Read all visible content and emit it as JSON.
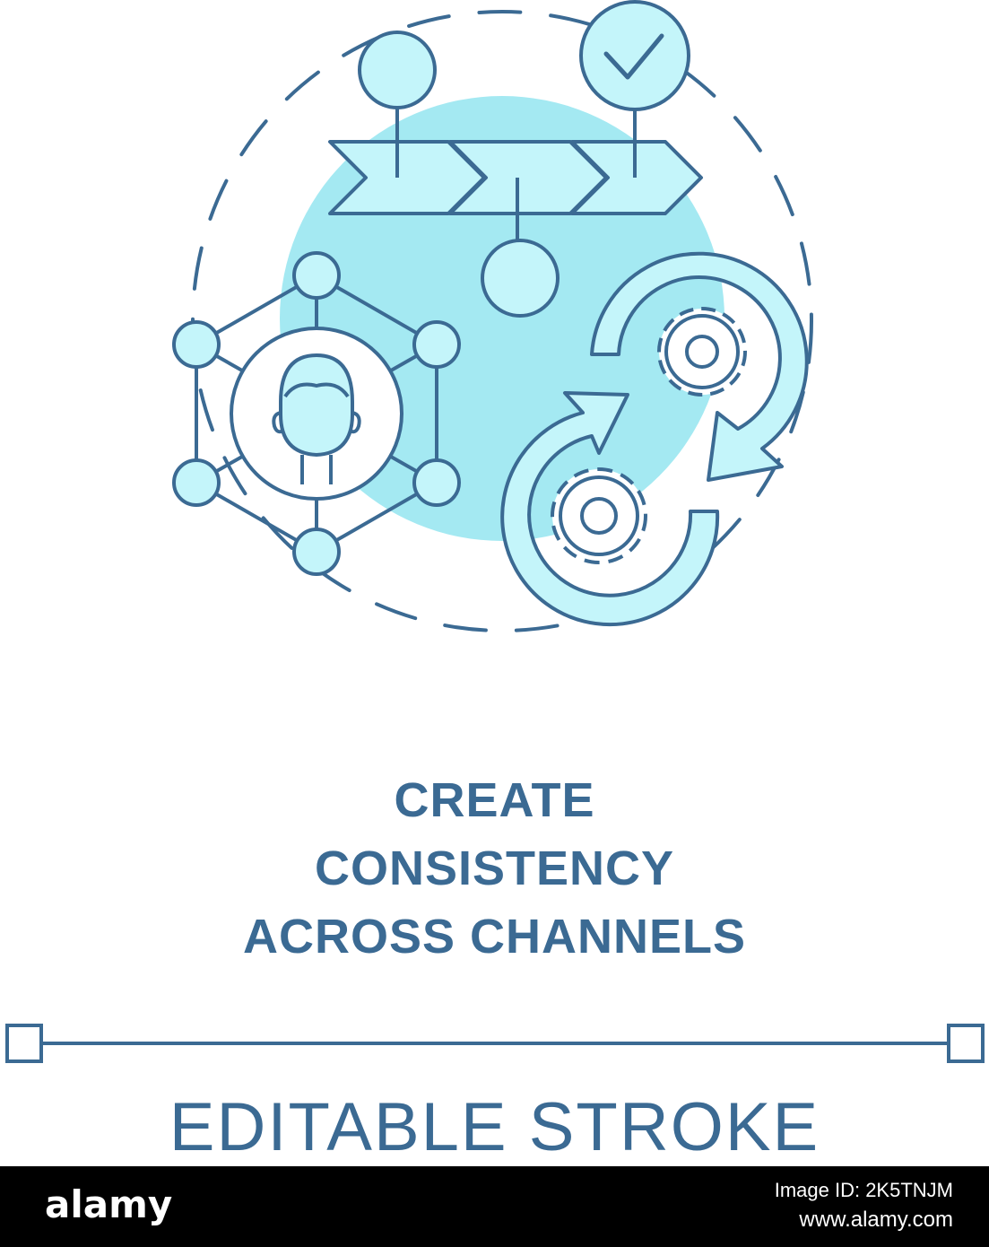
{
  "title_lines": [
    "CREATE",
    "CONSISTENCY",
    "ACROSS CHANNELS"
  ],
  "subtitle": "EDITABLE STROKE",
  "footer": {
    "logo": "alamy",
    "image_id": "Image ID: 2K5TNJM",
    "url": "www.alamy.com"
  },
  "icons": [
    "workflow-arrows-icon",
    "checkmark-circle-icon",
    "user-network-icon",
    "gears-cycle-icon"
  ],
  "colors": {
    "stroke": "#3b6a93",
    "fill": "#c4f5fa",
    "blob": "#a4e9f2",
    "footer_background": "#000000"
  }
}
